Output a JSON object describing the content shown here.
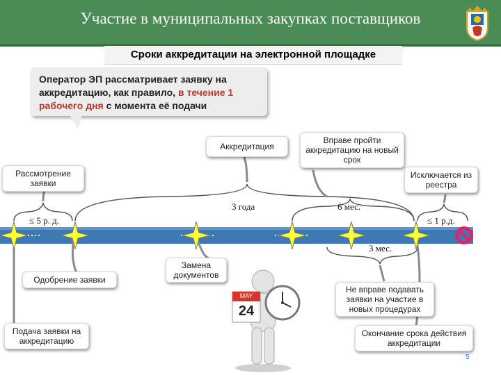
{
  "header": {
    "title": "Участие в муниципальных закупках поставщиков"
  },
  "subtitle": "Сроки аккредитации на электронной площадке",
  "callout": {
    "part1": "Оператор ЭП рассматривает заявку на аккредитацию, как правило, ",
    "highlight": "в течение 1 рабочего дня",
    "part2": " с момента её подачи"
  },
  "boxes": {
    "accreditation": "Аккредитация",
    "new_term": "Вправе пройти аккредитацию на новый срок",
    "review": "Рассмотрение заявки",
    "excluded": "Исключается из реестра",
    "approval": "Одобрение заявки",
    "replace_docs": "Замена документов",
    "submit": "Подача заявки на аккредитацию",
    "not_allowed": "Не вправе подавать заявки на участие в новых процедурах",
    "end_term": "Окончание срока действия аккредитации"
  },
  "labels": {
    "five_days": "≤ 5 р. д.",
    "three_years": "3 года",
    "six_months": "6 мес.",
    "one_day": "≤ 1 р.д.",
    "three_months": "3 мес."
  },
  "calendar": {
    "month": "MAY",
    "day": "24"
  },
  "page_number": "5",
  "colors": {
    "header_bg": "#4b8b55",
    "timeline": "#3d79b3",
    "star_yellow": "#ffff33",
    "highlight_red": "#c0392b",
    "block_sign": "#d6286e"
  }
}
